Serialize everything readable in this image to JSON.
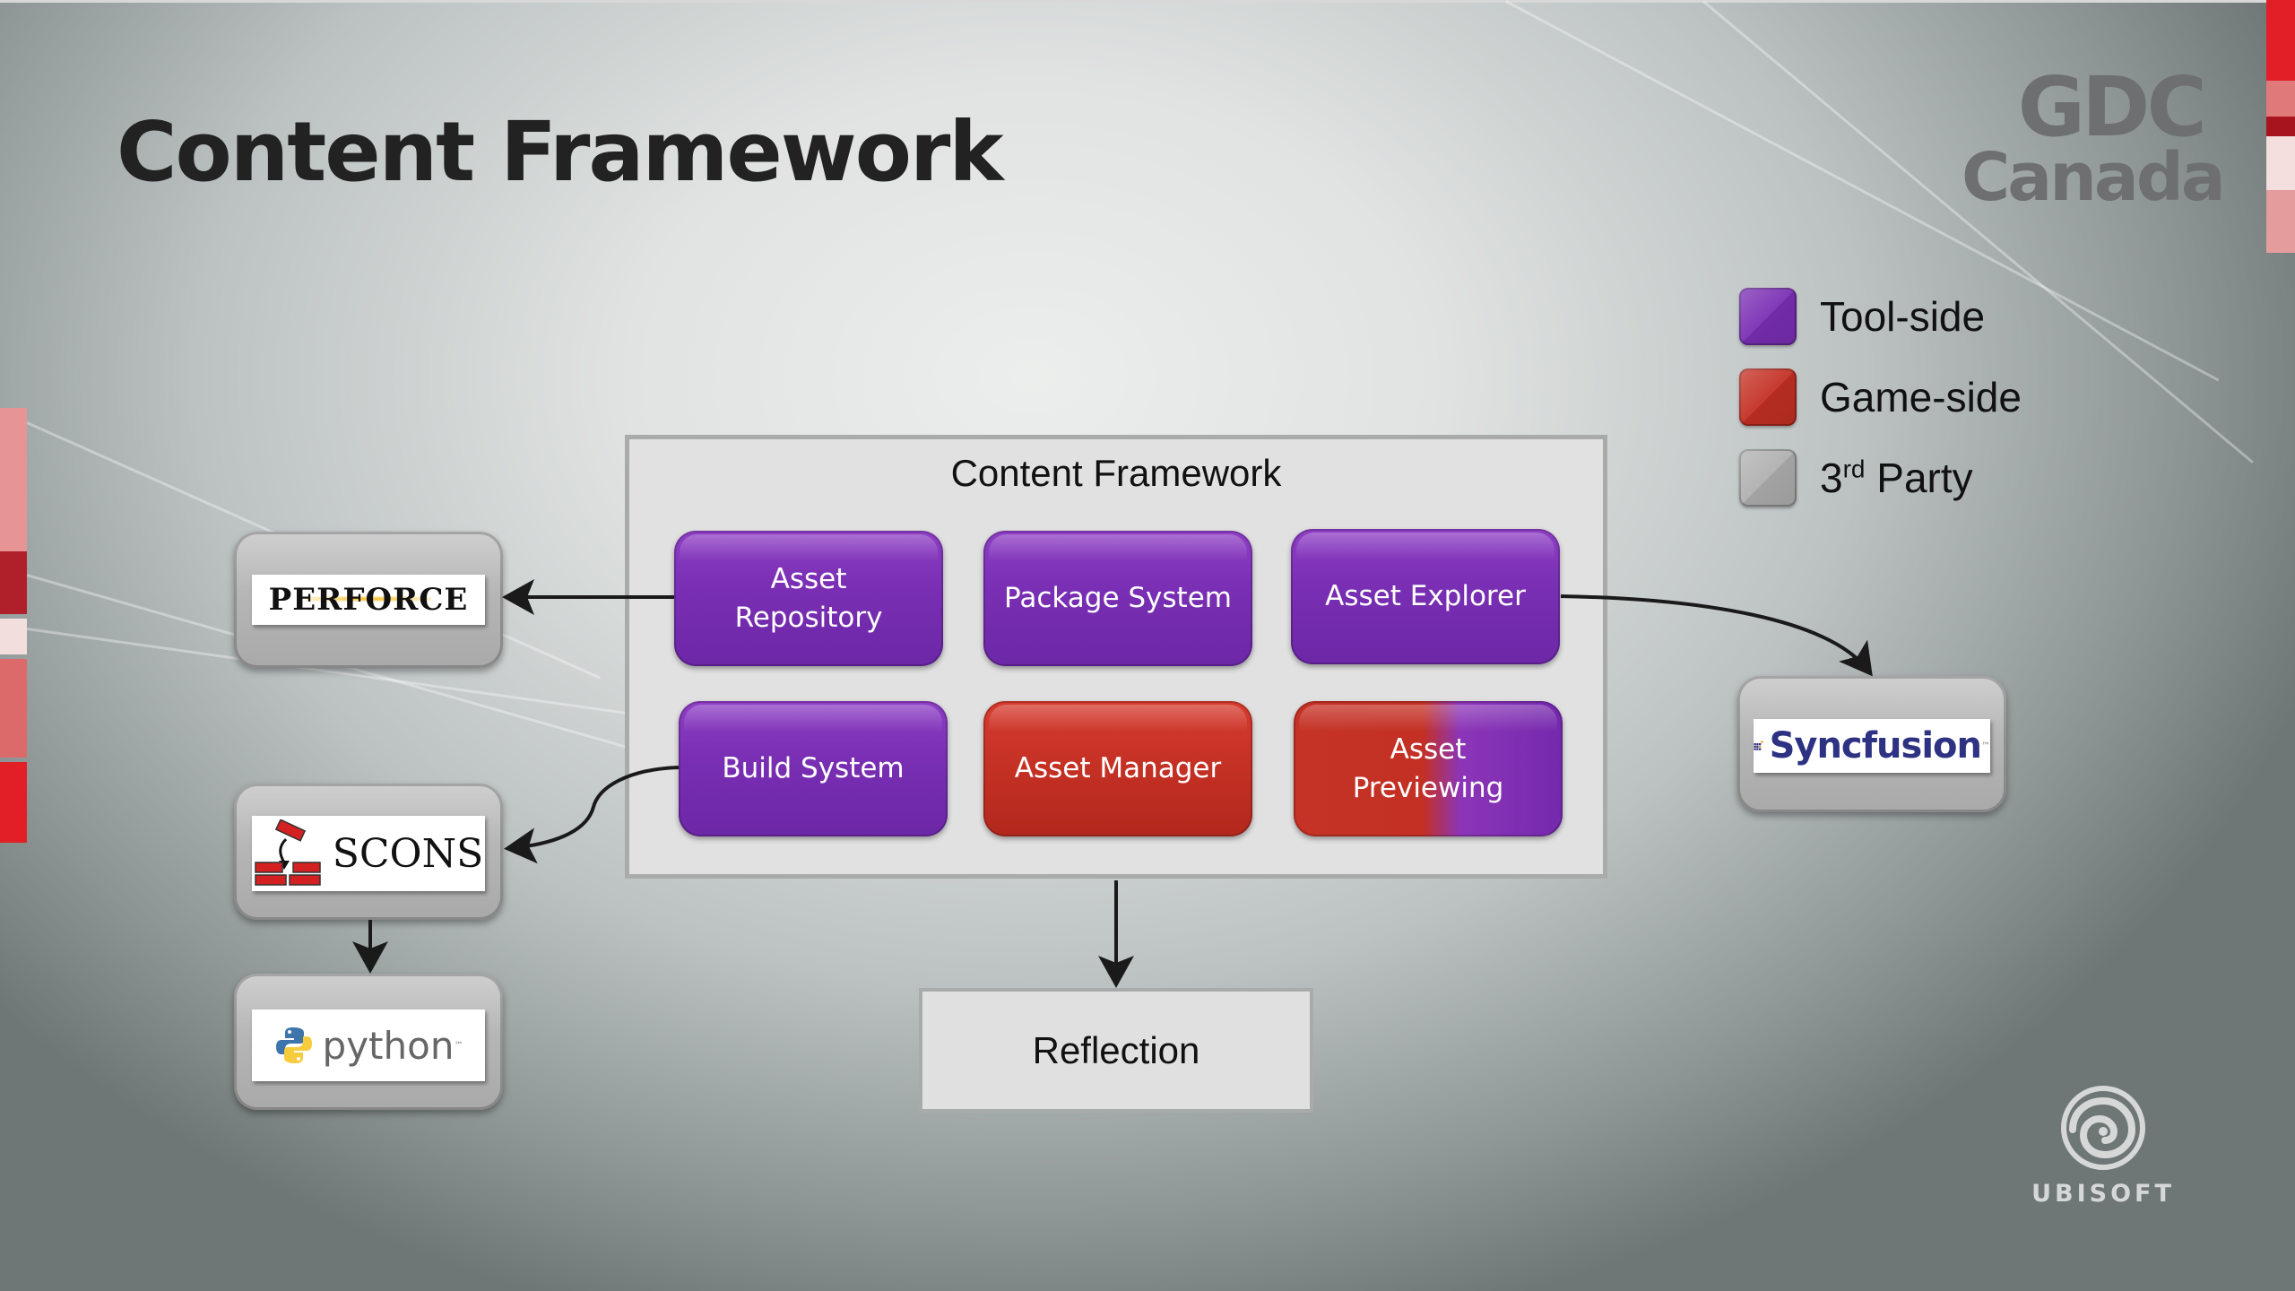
{
  "slide": {
    "title": "Content Framework",
    "branding": {
      "gdc_line1": "GDC",
      "gdc_line2": "Canada",
      "publisher": "UBISOFT"
    }
  },
  "legend": [
    {
      "label": "Tool-side",
      "color": "#7a2fb4",
      "category": "tool"
    },
    {
      "label": "Game-side",
      "color": "#c43024",
      "category": "game"
    },
    {
      "label_main": "3",
      "label_sup": "rd",
      "label_rest": " Party",
      "color": "#b0b0b0",
      "category": "third-party"
    }
  ],
  "framework": {
    "title": "Content Framework",
    "modules": [
      {
        "id": "asset-repository",
        "label": "Asset Repository",
        "category": "tool"
      },
      {
        "id": "package-system",
        "label": "Package System",
        "category": "tool"
      },
      {
        "id": "asset-explorer",
        "label": "Asset Explorer",
        "category": "tool"
      },
      {
        "id": "build-system",
        "label": "Build System",
        "category": "tool"
      },
      {
        "id": "asset-manager",
        "label": "Asset Manager",
        "category": "game"
      },
      {
        "id": "asset-previewing",
        "label": "Asset Previewing",
        "category": "game+tool"
      }
    ]
  },
  "third_party": {
    "perforce": {
      "label": "PERFORCE"
    },
    "scons": {
      "label": "SCONS"
    },
    "python": {
      "label": "python",
      "tm": "™"
    },
    "syncfusion": {
      "label": "Syncfusion",
      "tm": "™"
    }
  },
  "reflection": {
    "label": "Reflection"
  },
  "edges": [
    {
      "from": "asset-repository",
      "to": "perforce"
    },
    {
      "from": "build-system",
      "to": "scons"
    },
    {
      "from": "scons",
      "to": "python"
    },
    {
      "from": "asset-explorer",
      "to": "syncfusion"
    },
    {
      "from": "content-framework",
      "to": "reflection"
    }
  ]
}
